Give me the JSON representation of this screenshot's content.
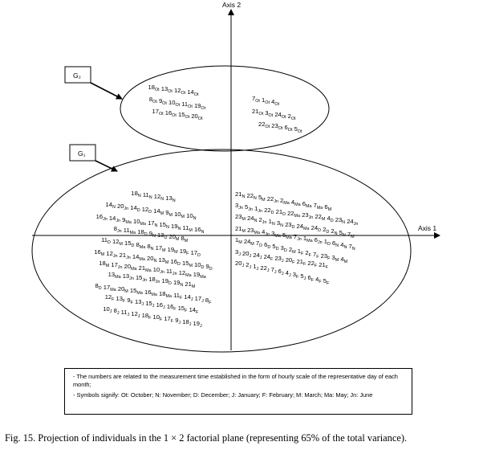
{
  "axes": {
    "axis1_label": "Axis 1",
    "axis2_label": "Axis 2"
  },
  "groups": {
    "g2_label": "G₂",
    "g1_label": "G₁"
  },
  "points": {
    "g2_left": [
      [
        [
          "18",
          "Ot"
        ],
        [
          "13",
          "Ot"
        ],
        [
          "12",
          "Ot"
        ],
        [
          "14",
          "Ot"
        ]
      ],
      [
        [
          "8",
          "Ot"
        ],
        [
          "9",
          "Ot"
        ],
        [
          "10",
          "Ot"
        ],
        [
          "11",
          "Ot"
        ],
        [
          "19",
          "Ot"
        ]
      ],
      [
        [
          "17",
          "Ot"
        ],
        [
          "16",
          "Ot"
        ],
        [
          "15",
          "Ot"
        ],
        [
          "20",
          "Ot"
        ]
      ]
    ],
    "g2_right": [
      [
        [
          "7",
          "Ot"
        ],
        [
          "1",
          "Ot"
        ],
        [
          "4",
          "Ot"
        ]
      ],
      [
        [
          "21",
          "Ot"
        ],
        [
          "3",
          "Ot"
        ],
        [
          "24",
          "Ot"
        ],
        [
          "2",
          "Ot"
        ]
      ],
      [
        [
          "22",
          "Ot"
        ],
        [
          "23",
          "Ot"
        ],
        [
          "6",
          "Ot"
        ],
        [
          "5",
          "Ot"
        ]
      ]
    ],
    "g1_left": [
      [
        [
          "18",
          "N"
        ],
        [
          "11",
          "N"
        ],
        [
          "12",
          "N"
        ],
        [
          "13",
          "N"
        ]
      ],
      [
        [
          "14",
          "N"
        ],
        [
          "20",
          "Jn"
        ],
        [
          "14",
          "D"
        ],
        [
          "12",
          "D"
        ],
        [
          "14",
          "M"
        ],
        [
          "9",
          "M"
        ],
        [
          "10",
          "M"
        ],
        [
          "10",
          "N"
        ]
      ],
      [
        [
          "16",
          "Jn"
        ],
        [
          "14",
          "Jn"
        ],
        [
          "9",
          "Ma"
        ],
        [
          "10",
          "Ma"
        ],
        [
          "17",
          "N"
        ],
        [
          "15",
          "N"
        ],
        [
          "19",
          "N"
        ],
        [
          "11",
          "M"
        ],
        [
          "16",
          "N"
        ]
      ],
      [
        [
          "8",
          "Jn"
        ],
        [
          "11",
          "Ma"
        ],
        [
          "18",
          "D"
        ],
        [
          "9",
          "N"
        ],
        [
          "13",
          "D"
        ],
        [
          "20",
          "M"
        ],
        [
          "8",
          "M"
        ]
      ],
      [
        [
          "11",
          "D"
        ],
        [
          "12",
          "M"
        ],
        [
          "15",
          "D"
        ],
        [
          "8",
          "Ma"
        ],
        [
          "8",
          "N"
        ],
        [
          "17",
          "M"
        ],
        [
          "19",
          "M"
        ],
        [
          "19",
          "F"
        ],
        [
          "17",
          "D"
        ]
      ],
      [
        [
          "16",
          "M"
        ],
        [
          "12",
          "Jn"
        ],
        [
          "21",
          "Jn"
        ],
        [
          "14",
          "Ma"
        ],
        [
          "20",
          "N"
        ],
        [
          "13",
          "M"
        ],
        [
          "16",
          "D"
        ],
        [
          "15",
          "M"
        ],
        [
          "10",
          "D"
        ],
        [
          "9",
          "D"
        ]
      ],
      [
        [
          "18",
          "M"
        ],
        [
          "17",
          "Jn"
        ],
        [
          "20",
          "Ma"
        ],
        [
          "21",
          "Ma"
        ],
        [
          "10",
          "Jn"
        ],
        [
          "11",
          "Jn"
        ],
        [
          "12",
          "Ma"
        ],
        [
          "19",
          "Ma"
        ]
      ],
      [
        [
          "13",
          "Ma"
        ],
        [
          "13",
          "Jn"
        ],
        [
          "15",
          "Jn"
        ],
        [
          "18",
          "Jn"
        ],
        [
          "19",
          "D"
        ],
        [
          "19",
          "N"
        ],
        [
          "21",
          "M"
        ]
      ],
      [
        [
          "8",
          "D"
        ],
        [
          "17",
          "Ma"
        ],
        [
          "20",
          "M"
        ],
        [
          "15",
          "Ma"
        ],
        [
          "16",
          "Ma"
        ],
        [
          "18",
          "Ma"
        ],
        [
          "11",
          "F"
        ],
        [
          "14",
          "J"
        ],
        [
          "17",
          "J"
        ],
        [
          "8",
          "F"
        ]
      ],
      [
        [
          "12",
          "F"
        ],
        [
          "13",
          "F"
        ],
        [
          "9",
          "F"
        ],
        [
          "13",
          "J"
        ],
        [
          "15",
          "J"
        ],
        [
          "16",
          "J"
        ],
        [
          "16",
          "F"
        ],
        [
          "15",
          "F"
        ],
        [
          "14",
          "F"
        ]
      ],
      [
        [
          "10",
          "J"
        ],
        [
          "8",
          "J"
        ],
        [
          "11",
          "J"
        ],
        [
          "12",
          "J"
        ],
        [
          "18",
          "F"
        ],
        [
          "10",
          "F"
        ],
        [
          "17",
          "F"
        ],
        [
          "9",
          "J"
        ],
        [
          "18",
          "J"
        ],
        [
          "19",
          "J"
        ]
      ]
    ],
    "g1_right": [
      [
        [
          "21",
          "N"
        ],
        [
          "22",
          "N"
        ],
        [
          "5",
          "M"
        ],
        [
          "22",
          "Jn"
        ],
        [
          "2",
          "Ma"
        ],
        [
          "4",
          "Ma"
        ],
        [
          "6",
          "Ma"
        ],
        [
          "7",
          "Ma"
        ],
        [
          "6",
          "M"
        ]
      ],
      [
        [
          "3",
          "Jn"
        ],
        [
          "5",
          "Jn"
        ],
        [
          "1",
          "Jn"
        ],
        [
          "22",
          "D"
        ],
        [
          "21",
          "D"
        ],
        [
          "22",
          "Ma"
        ],
        [
          "23",
          "Jn"
        ],
        [
          "22",
          "M"
        ],
        [
          "4",
          "D"
        ],
        [
          "23",
          "N"
        ],
        [
          "24",
          "Jn"
        ]
      ],
      [
        [
          "23",
          "M"
        ],
        [
          "24",
          "N"
        ],
        [
          "2",
          "Jn"
        ],
        [
          "1",
          "N"
        ],
        [
          "3",
          "N"
        ],
        [
          "23",
          "D"
        ],
        [
          "24",
          "Ma"
        ],
        [
          "24",
          "D"
        ],
        [
          "2",
          "D"
        ],
        [
          "2",
          "N"
        ],
        [
          "5",
          "N"
        ],
        [
          "7",
          "M"
        ]
      ],
      [
        [
          "21",
          "M"
        ],
        [
          "23",
          "Ma"
        ],
        [
          "4",
          "Jn"
        ],
        [
          "3",
          "Ma"
        ],
        [
          "5",
          "Ma"
        ],
        [
          "7",
          "Jn"
        ],
        [
          "1",
          "Ma"
        ],
        [
          "6",
          "Jn"
        ],
        [
          "1",
          "D"
        ],
        [
          "6",
          "N"
        ],
        [
          "4",
          "N"
        ],
        [
          "7",
          "N"
        ]
      ],
      [
        [
          "1",
          "M"
        ],
        [
          "24",
          "M"
        ],
        [
          "7",
          "D"
        ],
        [
          "6",
          "D"
        ],
        [
          "5",
          "D"
        ],
        [
          "3",
          "D"
        ],
        [
          "2",
          "M"
        ],
        [
          "1",
          "F"
        ],
        [
          "2",
          "F"
        ],
        [
          "7",
          "F"
        ],
        [
          "23",
          "F"
        ],
        [
          "3",
          "M"
        ],
        [
          "4",
          "M"
        ]
      ],
      [
        [
          "3",
          "J"
        ],
        [
          "20",
          "J"
        ],
        [
          "24",
          "J"
        ],
        [
          "24",
          "F"
        ],
        [
          "23",
          "J"
        ],
        [
          "20",
          "F"
        ],
        [
          "21",
          "F"
        ],
        [
          "22",
          "F"
        ],
        [
          "21",
          "F"
        ]
      ],
      [
        [
          "20",
          "J"
        ],
        [
          "2",
          "J"
        ],
        [
          "1",
          "J"
        ],
        [
          "22",
          "J"
        ],
        [
          "7",
          "J"
        ],
        [
          "6",
          "J"
        ],
        [
          "4",
          "J"
        ],
        [
          "3",
          "F"
        ],
        [
          "5",
          "J"
        ],
        [
          "6",
          "F"
        ],
        [
          "4",
          "F"
        ],
        [
          "5",
          "F"
        ]
      ]
    ]
  },
  "notes": {
    "note1": "- The numbers are related to the measurement time established in the form of hourly scale of the representative day of each month;",
    "note2": "- Symbols signify: Ot: October; N: November; D: December; J: January; F: February; M: March; Ma: May; Jn: June"
  },
  "caption": "Fig. 15. Projection of individuals in the 1 × 2 factorial plane (representing 65% of the total variance)."
}
